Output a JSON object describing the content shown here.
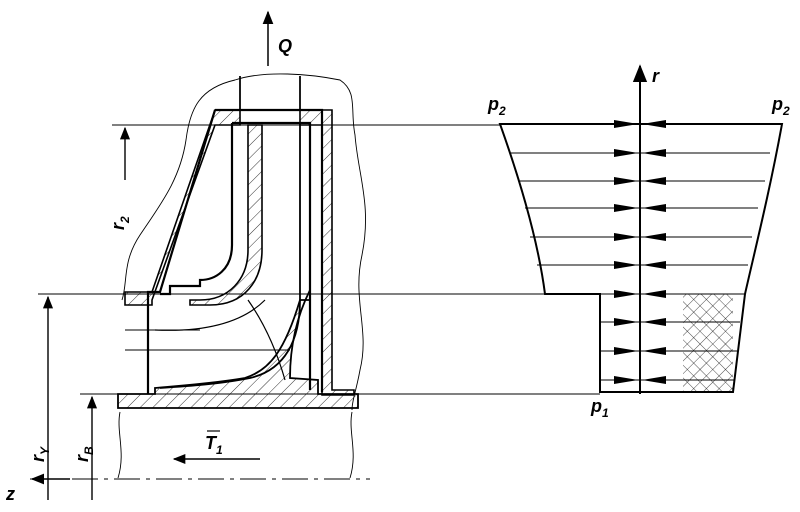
{
  "labels": {
    "flow": "Q",
    "radius_axis": "r",
    "r2_base": "r",
    "r2_sub": "2",
    "ry_base": "r",
    "ry_sub": "Y",
    "rb_base": "r",
    "rb_sub": "B",
    "p2_left_base": "p",
    "p2_left_sub": "2",
    "p2_right_base": "p",
    "p2_right_sub": "2",
    "p1_base": "p",
    "p1_sub": "1",
    "thrust_base": "T",
    "thrust_sub": "1",
    "axis_z": "z"
  },
  "colors": {
    "line": "#000000",
    "background": "#ffffff"
  }
}
